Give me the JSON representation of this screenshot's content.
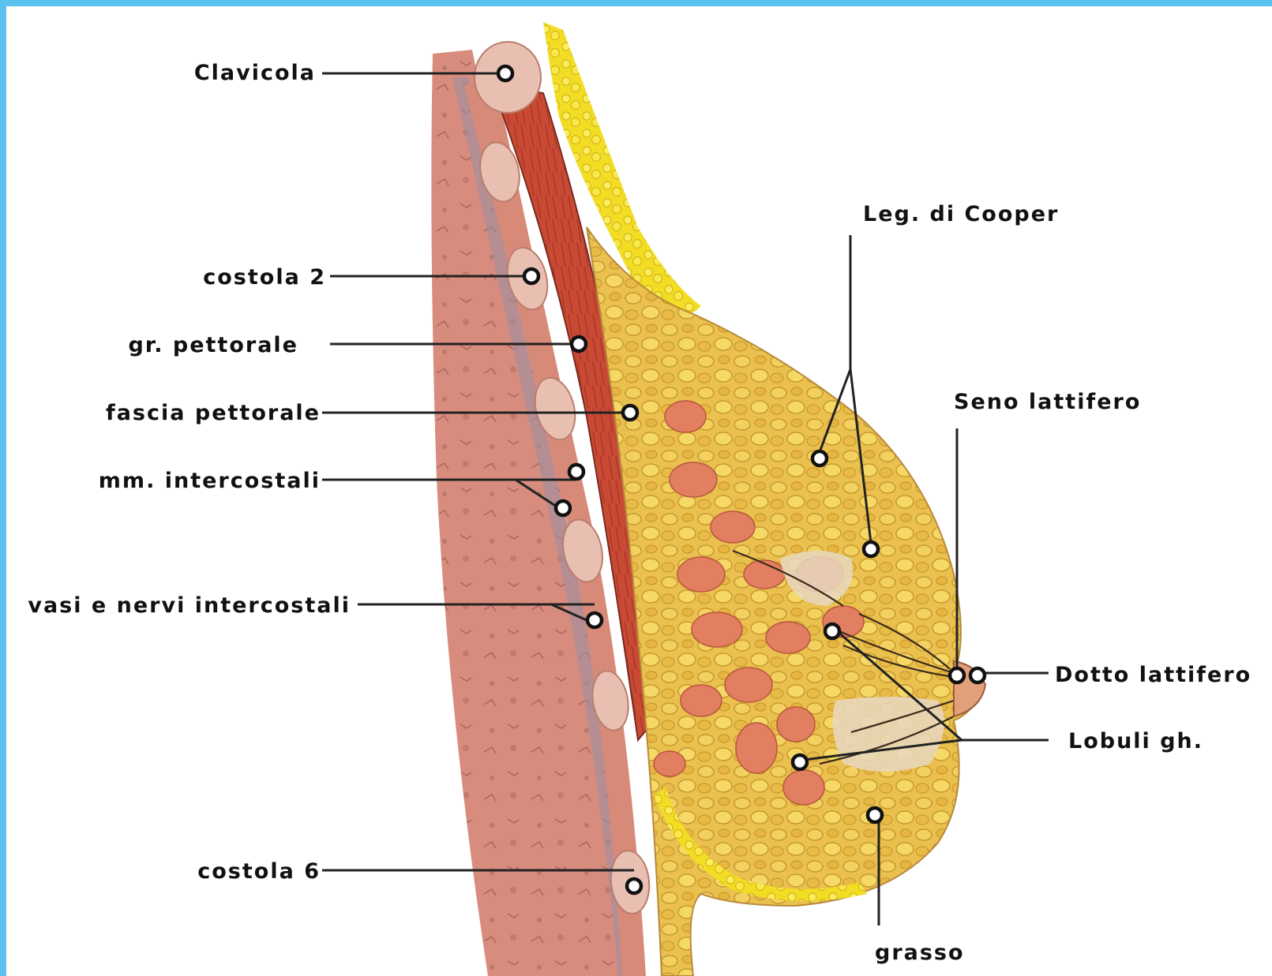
{
  "labels": {
    "clavicola": "Clavicola",
    "costola2": "costola 2",
    "gr_pettorale": "gr. pettorale",
    "fascia_pettorale": "fascia pettorale",
    "mm_intercostali": "mm. intercostali",
    "vasi_nervi": "vasi e nervi intercostali",
    "costola6": "costola 6",
    "leg_cooper": "Leg. di Cooper",
    "seno_lattifero": "Seno lattifero",
    "dotto_lattifero": "Dotto lattifero",
    "lobuli": "Lobuli gh.",
    "grasso": "grasso"
  },
  "colors": {
    "frame_border": "#5bc1ee",
    "chest_wall": "#d98a7c",
    "muscle": "#c6432f",
    "rib_bone": "#e8b7a7",
    "fat": "#ecc24a",
    "subcutaneous_fat": "#f4e22a",
    "glandular_lobule": "#e07a5c",
    "ligament": "#e9dcc2"
  }
}
